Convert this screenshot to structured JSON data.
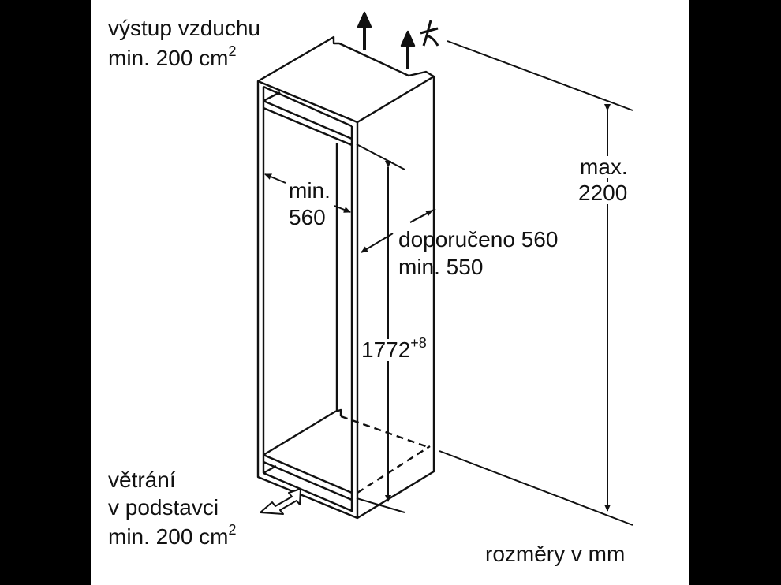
{
  "labels": {
    "air_outlet": "výstup vzduchu",
    "air_outlet_area": "min. 200 cm",
    "air_outlet_area_sup": "2",
    "width_min": "min.",
    "width_min_value": "560",
    "depth_recommended": "doporučeno 560",
    "depth_min": "min. 550",
    "niche_height": "1772",
    "niche_height_tolerance": "+8",
    "height_max": "max.",
    "height_max_value": "2200",
    "base_vent": "větrání",
    "base_vent_location": "v podstavci",
    "base_vent_area": "min. 200 cm",
    "base_vent_area_sup": "2",
    "units": "rozměry v mm"
  }
}
